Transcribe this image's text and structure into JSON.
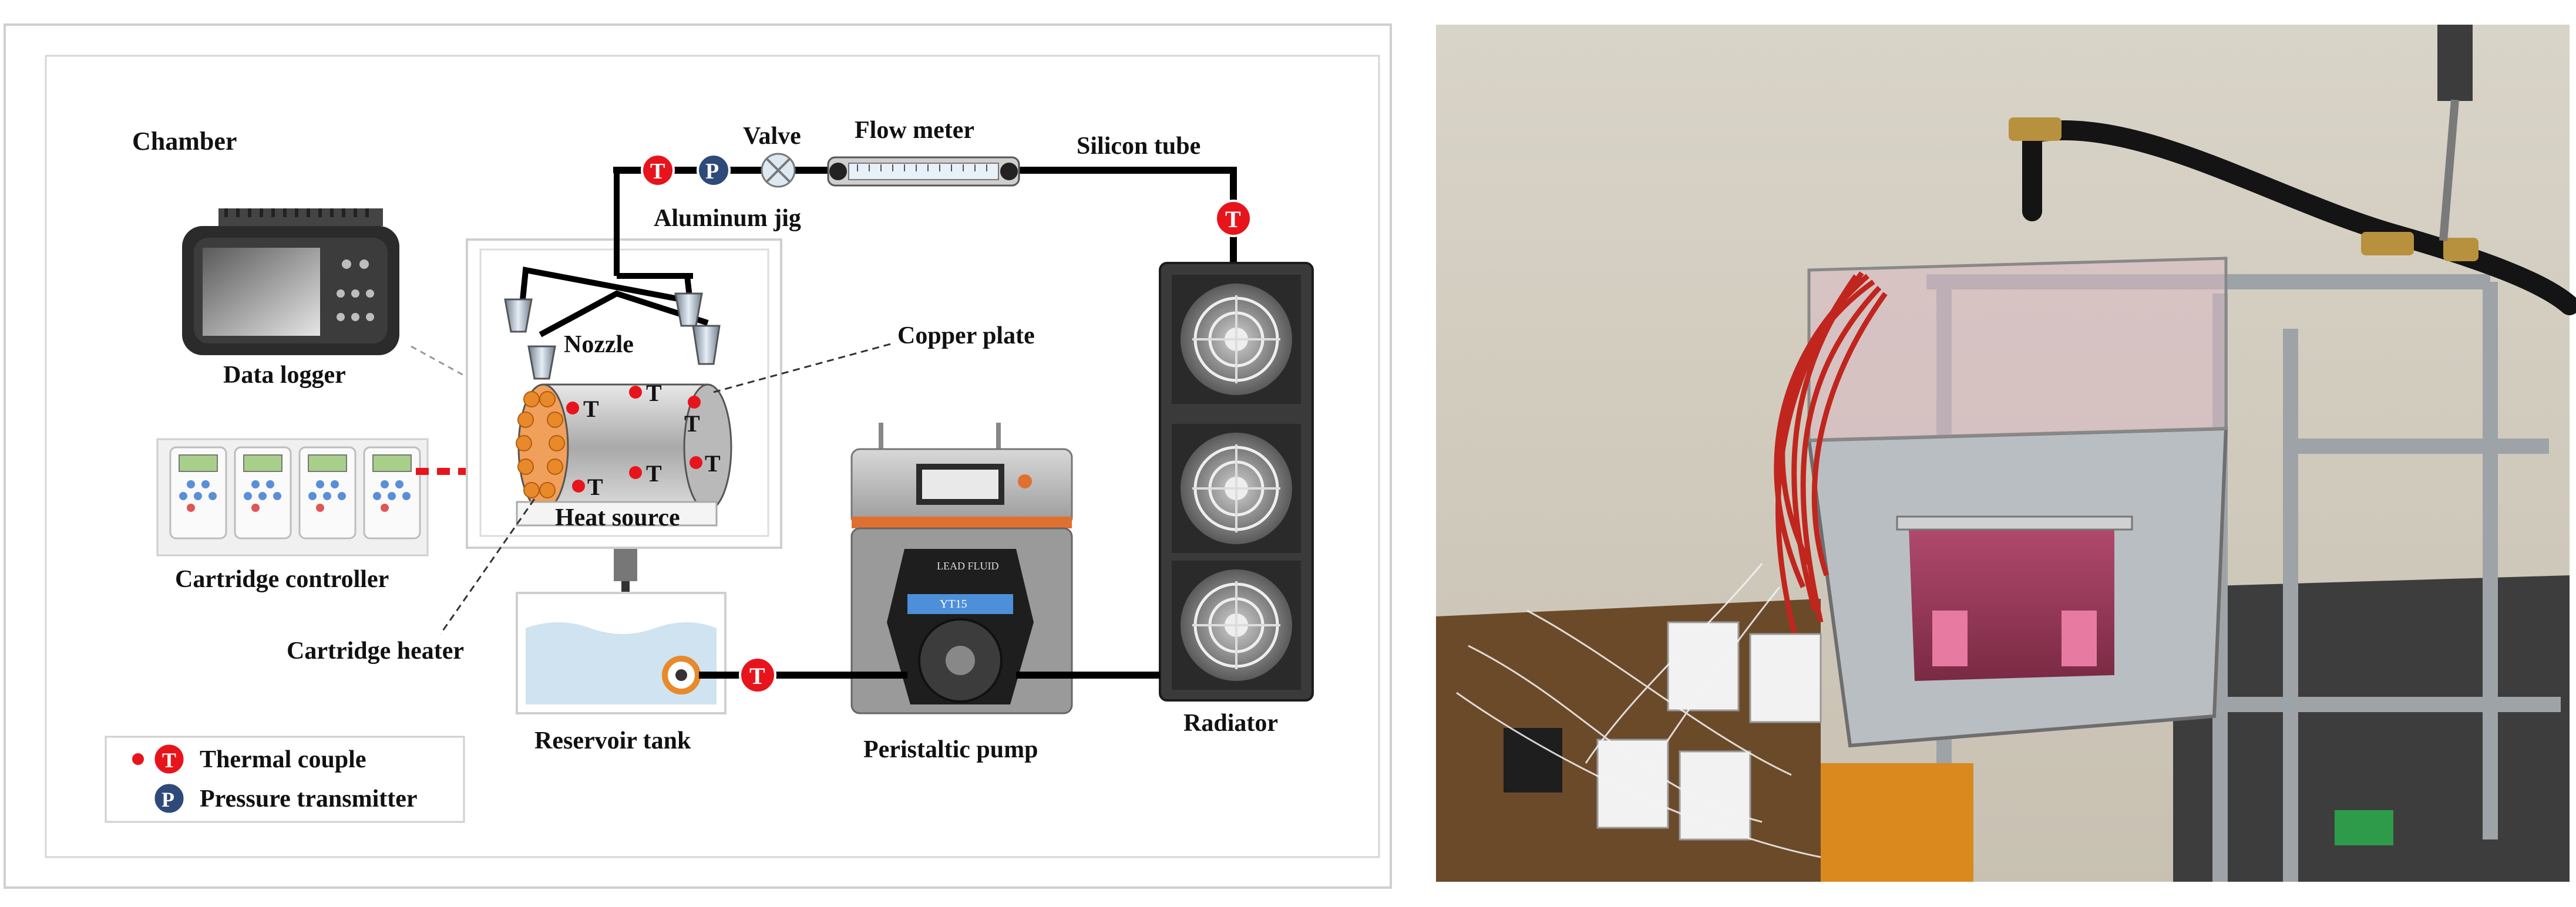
{
  "labels": {
    "chamber": "Chamber",
    "data_logger": "Data logger",
    "nozzle": "Nozzle",
    "aluminum_jig": "Aluminum jig",
    "valve": "Valve",
    "flow_meter": "Flow meter",
    "silicon_tube": "Silicon tube",
    "copper_plate": "Copper plate",
    "heat_source": "Heat source",
    "cartridge_controller": "Cartridge controller",
    "cartridge_heater": "Cartridge heater",
    "reservoir_tank": "Reservoir tank",
    "peristaltic_pump": "Peristaltic pump",
    "radiator": "Radiator"
  },
  "symbols": {
    "thermocouple": "T",
    "pressure": "P"
  },
  "legend": {
    "thermal_couple": "Thermal couple",
    "pressure_transmitter": "Pressure transmitter"
  },
  "colors": {
    "thermocouple": "#e8141c",
    "pressure": "#2e4a7a",
    "pipe": "#000000",
    "heater_dash": "#e8141c",
    "heater_orange": "#e8892a"
  },
  "pump_screen": {
    "brand": "LEAD FLUID",
    "model": "YT15"
  }
}
